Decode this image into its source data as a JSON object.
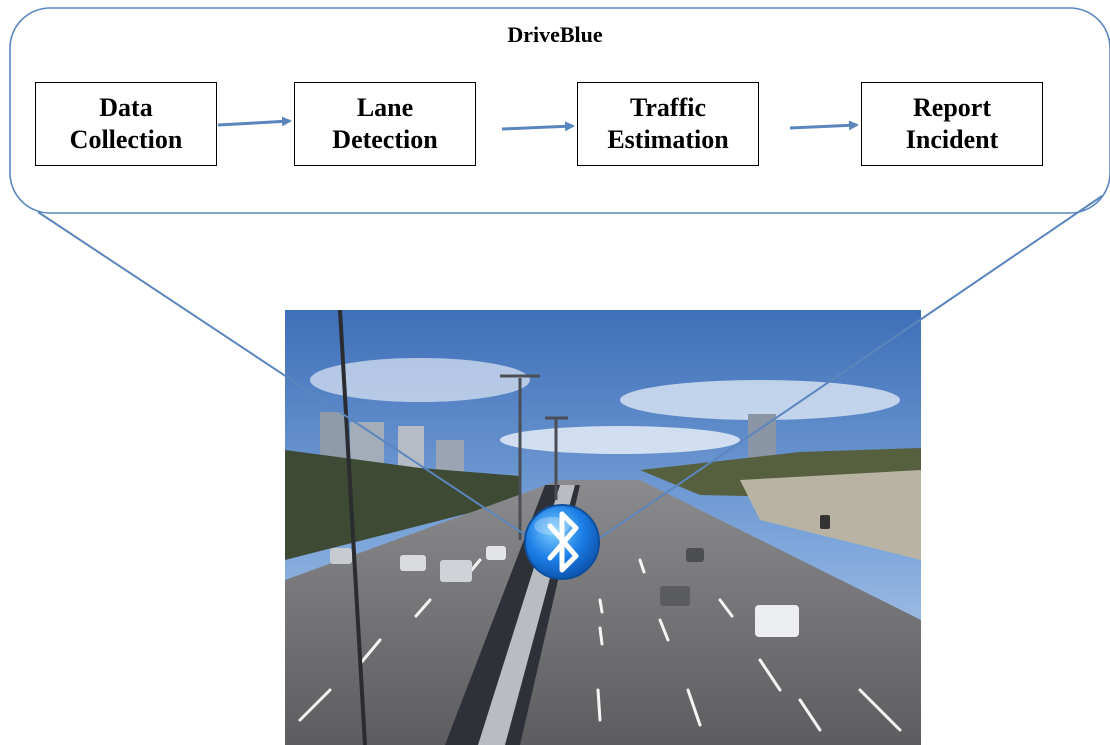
{
  "title": "DriveBlue",
  "steps": [
    {
      "line1": "Data",
      "line2": "Collection"
    },
    {
      "line1": "Lane",
      "line2": "Detection"
    },
    {
      "line1": "Traffic",
      "line2": "Estimation"
    },
    {
      "line1": "Report",
      "line2": "Incident"
    }
  ],
  "colors": {
    "connector": "#5b86bd",
    "box_border": "#000000",
    "bluetooth_blue": "#1c7ee6",
    "sky": "#4a7dc5",
    "road": "#707072"
  },
  "icons": {
    "bluetooth": "bluetooth-icon"
  }
}
